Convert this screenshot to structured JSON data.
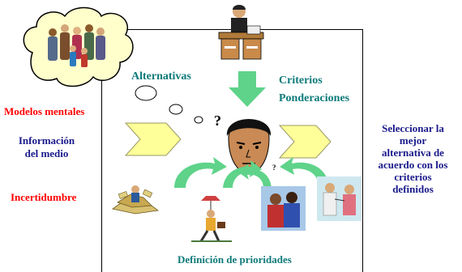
{
  "labels": {
    "alternativas": "Alternativas",
    "criterios": "Criterios",
    "ponderaciones": "Ponderaciones",
    "modelos_mentales": "Modelos mentales",
    "informacion_line1": "Información",
    "informacion_line2": "del medio",
    "incertidumbre": "Incertidumbre",
    "seleccionar_line1": "Seleccionar la",
    "seleccionar_line2": "mejor",
    "seleccionar_line3": "alternativa de",
    "seleccionar_line4": "acuerdo con los",
    "seleccionar_line5": "criterios",
    "seleccionar_line6": "definidos",
    "definicion": "Definición de prioridades"
  },
  "colors": {
    "teal": "#0e7a7a",
    "red": "#ff0000",
    "navy": "#1a1a8c",
    "arrow_green": "#5fd38a",
    "chevron_yellow": "#ffff99",
    "cloud_yellow": "#ffffcc"
  }
}
